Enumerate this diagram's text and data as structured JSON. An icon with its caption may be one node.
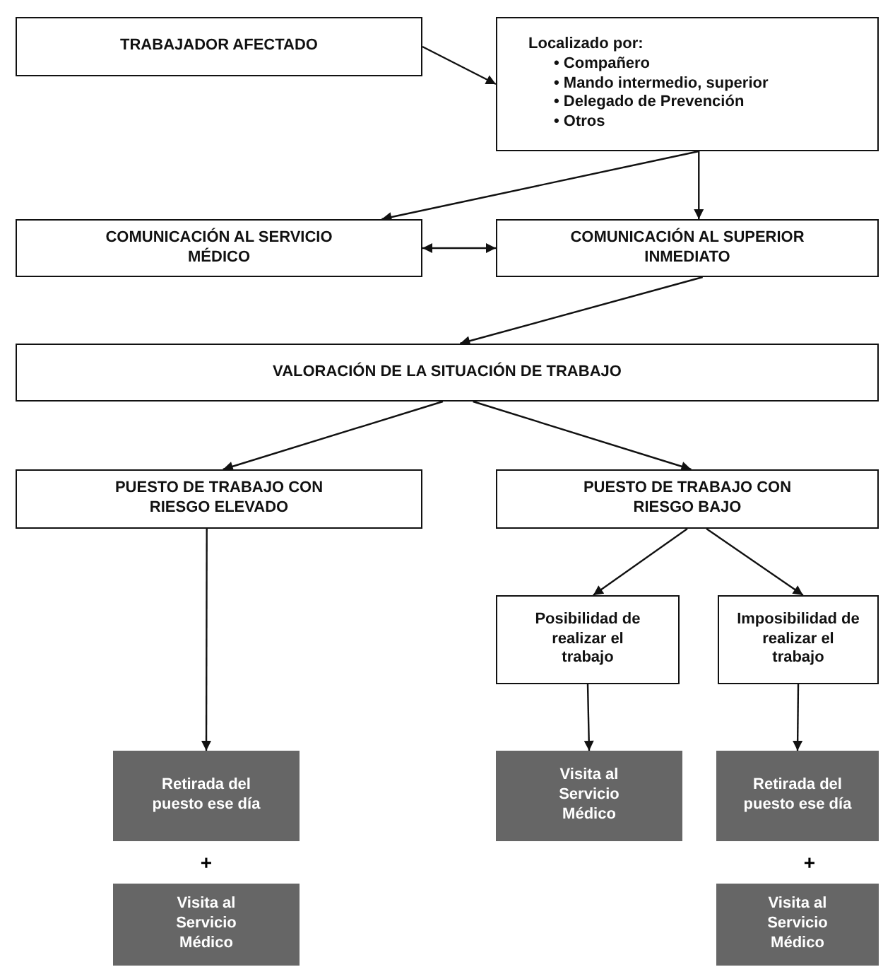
{
  "diagram": {
    "nodes": [
      {
        "text": [
          "TRABAJADOR AFECTADO"
        ]
      },
      {
        "text": [
          "Localizado por:",
          "• Compañero",
          "• Mando intermedio, superior",
          "• Delegado de Prevención",
          "• Otros"
        ]
      },
      {
        "text": [
          "COMUNICACIÓN AL SERVICIO MÉDICO"
        ]
      },
      {
        "text": [
          "COMUNICACIÓN AL SUPERIOR INMEDIATO"
        ]
      },
      {
        "text": [
          "VALORACIÓN DE LA SITUACIÓN DE TRABAJO"
        ]
      },
      {
        "text": [
          "PUESTO DE TRABAJO CON RIESGO ELEVADO"
        ]
      },
      {
        "text": [
          "PUESTO DE TRABAJO CON RIESGO BAJO"
        ]
      },
      {
        "text": [
          "Posibilidad de realizar el trabajo"
        ]
      },
      {
        "text": [
          "Imposibilidad de realizar el trabajo"
        ]
      },
      {
        "text": [
          "Retirada del puesto ese día"
        ]
      },
      {
        "text": [
          "Visita al Servicio Médico"
        ]
      },
      {
        "text": [
          "Visita al Servicio Médico"
        ]
      },
      {
        "text": [
          "Retirada del puesto ese día"
        ]
      },
      {
        "text": [
          "Visita al Servicio Médico"
        ]
      }
    ],
    "edges": [
      {
        "from": 0,
        "to": 1,
        "arrow": "to"
      },
      {
        "from": 1,
        "to": 2,
        "arrow": "to"
      },
      {
        "from": 1,
        "to": 3,
        "arrow": "to"
      },
      {
        "from": 2,
        "to": 3,
        "arrow": "both"
      },
      {
        "from": 3,
        "to": 4,
        "arrow": "to"
      },
      {
        "from": 4,
        "to": 5,
        "arrow": "to"
      },
      {
        "from": 4,
        "to": 6,
        "arrow": "to"
      },
      {
        "from": 5,
        "to": 9,
        "arrow": "to"
      },
      {
        "from": 6,
        "to": 7,
        "arrow": "to"
      },
      {
        "from": 6,
        "to": 8,
        "arrow": "to"
      },
      {
        "from": 7,
        "to": 11,
        "arrow": "to"
      },
      {
        "from": 8,
        "to": 12,
        "arrow": "to"
      }
    ],
    "labels": [
      "+",
      "+"
    ]
  }
}
